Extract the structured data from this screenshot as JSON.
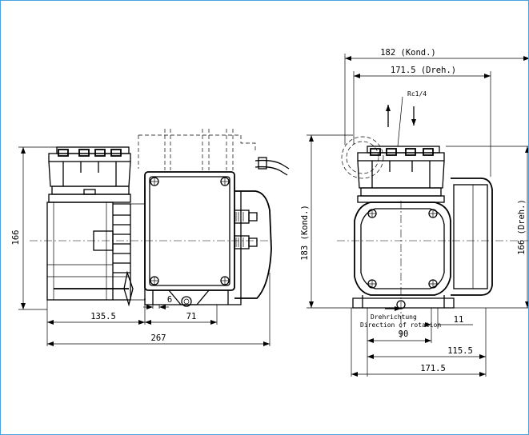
{
  "colors": {
    "line": "#000000",
    "frame_border": "#4aa3df",
    "background": "#ffffff"
  },
  "front_view": {
    "dim_height": "166",
    "dim_mount_spacing": "135.5",
    "dim_foot": "71",
    "dim_slot": "6",
    "dim_total_length": "267"
  },
  "side_view": {
    "dim_width_kond": "182 (Kond.)",
    "dim_width_dreh": "171.5 (Dreh.)",
    "port_label": "Rc1/4",
    "dim_height_kond": "183 (Kond.)",
    "dim_height_dreh": "166 (Dreh.)",
    "rotation_label_de": "Drehrichtung",
    "rotation_label_en": "Direction of rotation",
    "dim_90": "90",
    "dim_11": "11",
    "dim_115": "115.5",
    "dim_171": "171.5"
  }
}
